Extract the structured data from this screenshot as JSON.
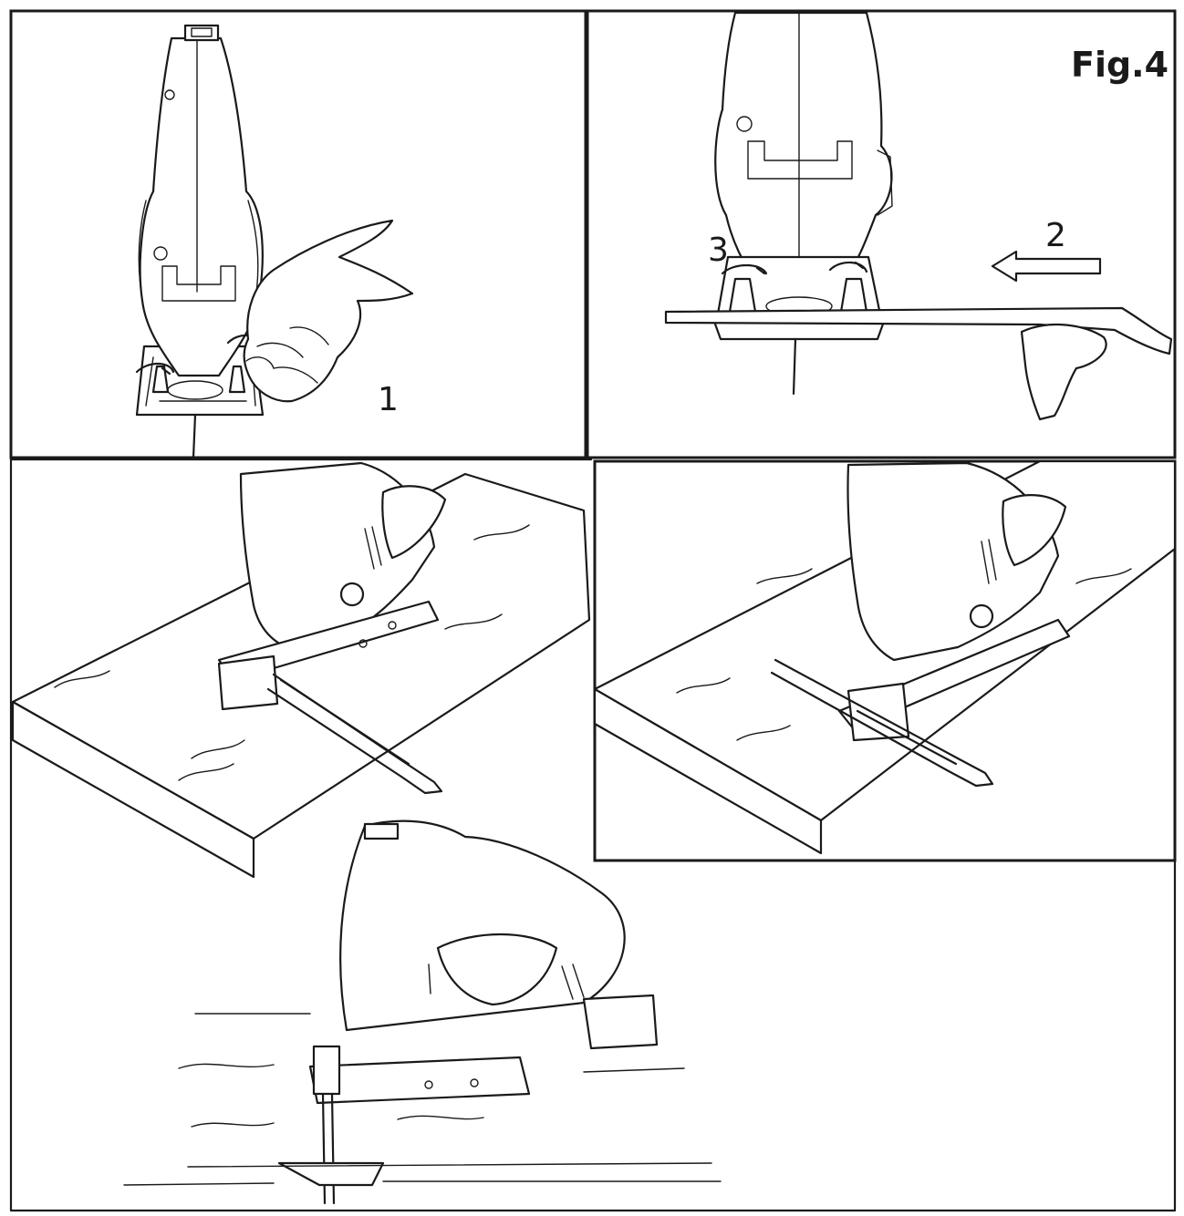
{
  "figure": {
    "label": "Fig.4",
    "steps": [
      "1",
      "2",
      "3"
    ]
  },
  "colors": {
    "line": "#1a1a1a",
    "background": "#ffffff"
  }
}
